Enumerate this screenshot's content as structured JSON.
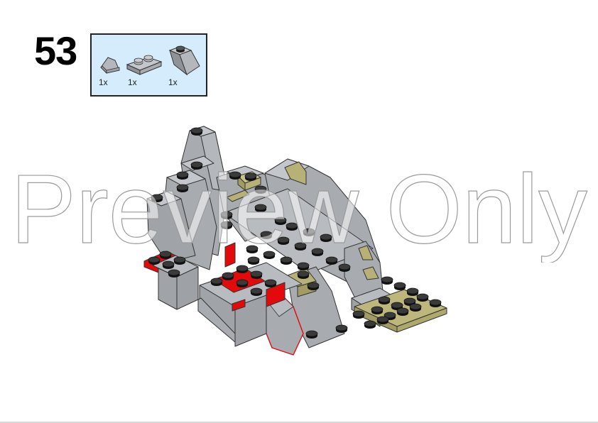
{
  "step": {
    "number": "53"
  },
  "parts_list": {
    "background_color": "#d4ecfb",
    "items": [
      {
        "name": "slope-1x1-light-bluish-gray",
        "quantity": "1x"
      },
      {
        "name": "plate-1x2-light-bluish-gray",
        "quantity": "1x"
      },
      {
        "name": "slope-2x1-light-bluish-gray",
        "quantity": "1x"
      }
    ]
  },
  "model": {
    "description": "Partially assembled rocky grey structure with red and tan accents",
    "colors": {
      "light_gray": "#a8abb0",
      "gray_top": "#c3c6ca",
      "red": "#e20a0a",
      "tan": "#b7b178",
      "stud": "#1a1a1a",
      "outline": "#333333"
    }
  },
  "watermark": {
    "text": "Preview Only"
  }
}
